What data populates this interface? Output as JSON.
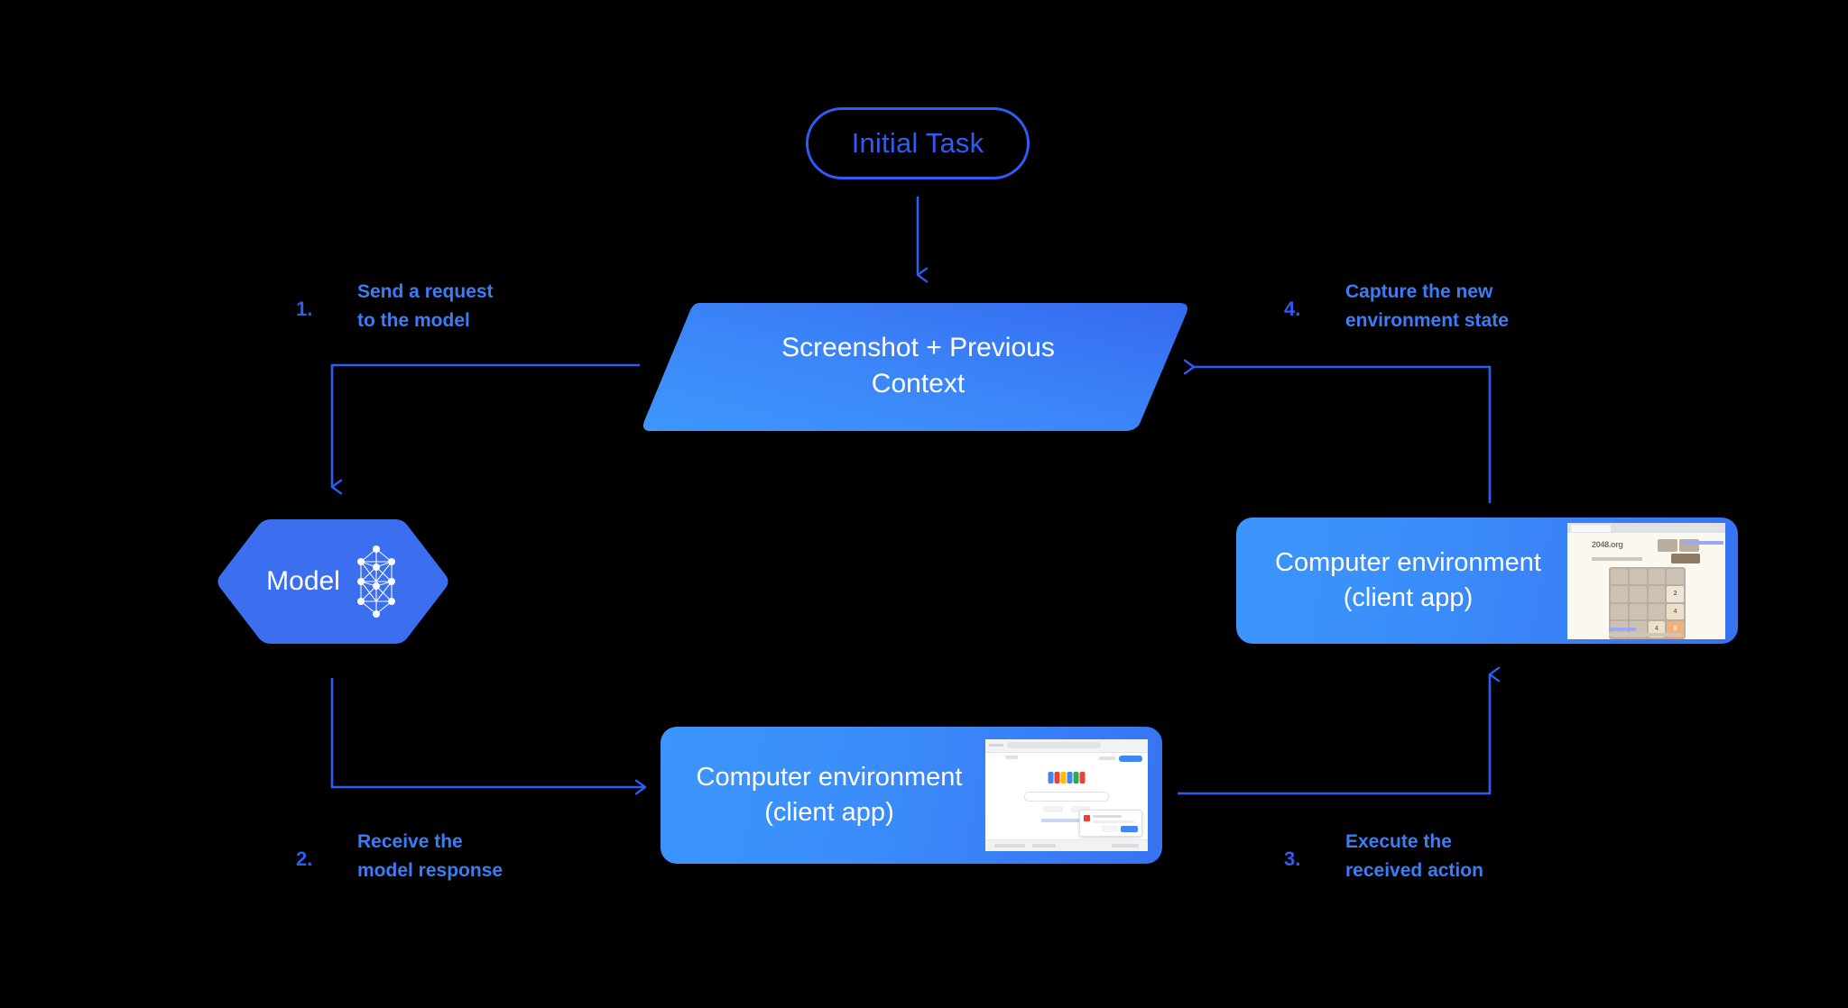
{
  "diagram": {
    "title": "Computer-use agent loop",
    "colors": {
      "background": "#000000",
      "accent_blue": "#2f5cf5",
      "label_blue": "#3b7df5",
      "gradient_light": "#3b95fb",
      "gradient_dark": "#3773f2",
      "text_on_fill": "#ffffff"
    }
  },
  "initial_task": {
    "label": "Initial Task"
  },
  "context_node": {
    "line1": "Screenshot + Previous",
    "line2": "Context"
  },
  "model_node": {
    "label": "Model",
    "icon": "neural-network-icon"
  },
  "env_right": {
    "line1": "Computer environment",
    "line2": "(client app)",
    "thumbnail": "2048-game-screenshot"
  },
  "env_bottom": {
    "line1": "Computer environment",
    "line2": "(client app)",
    "thumbnail": "google-search-screenshot"
  },
  "steps": [
    {
      "number": "1.",
      "text": "Send a request\nto the model"
    },
    {
      "number": "2.",
      "text": "Receive the\nmodel response"
    },
    {
      "number": "3.",
      "text": "Execute the\nreceived action"
    },
    {
      "number": "4.",
      "text": "Capture the new\nenvironment state"
    }
  ],
  "thumbnail_2048": {
    "brand": "2048.org",
    "board": [
      [
        "",
        "",
        "",
        ""
      ],
      [
        "",
        "",
        "",
        "2"
      ],
      [
        "",
        "",
        "",
        "4"
      ],
      [
        "",
        "",
        "4",
        "8"
      ]
    ]
  },
  "thumbnail_google": {
    "logo_colors": [
      "#4285f4",
      "#ea4335",
      "#fbbc05",
      "#4285f4",
      "#34a853",
      "#ea4335"
    ]
  }
}
